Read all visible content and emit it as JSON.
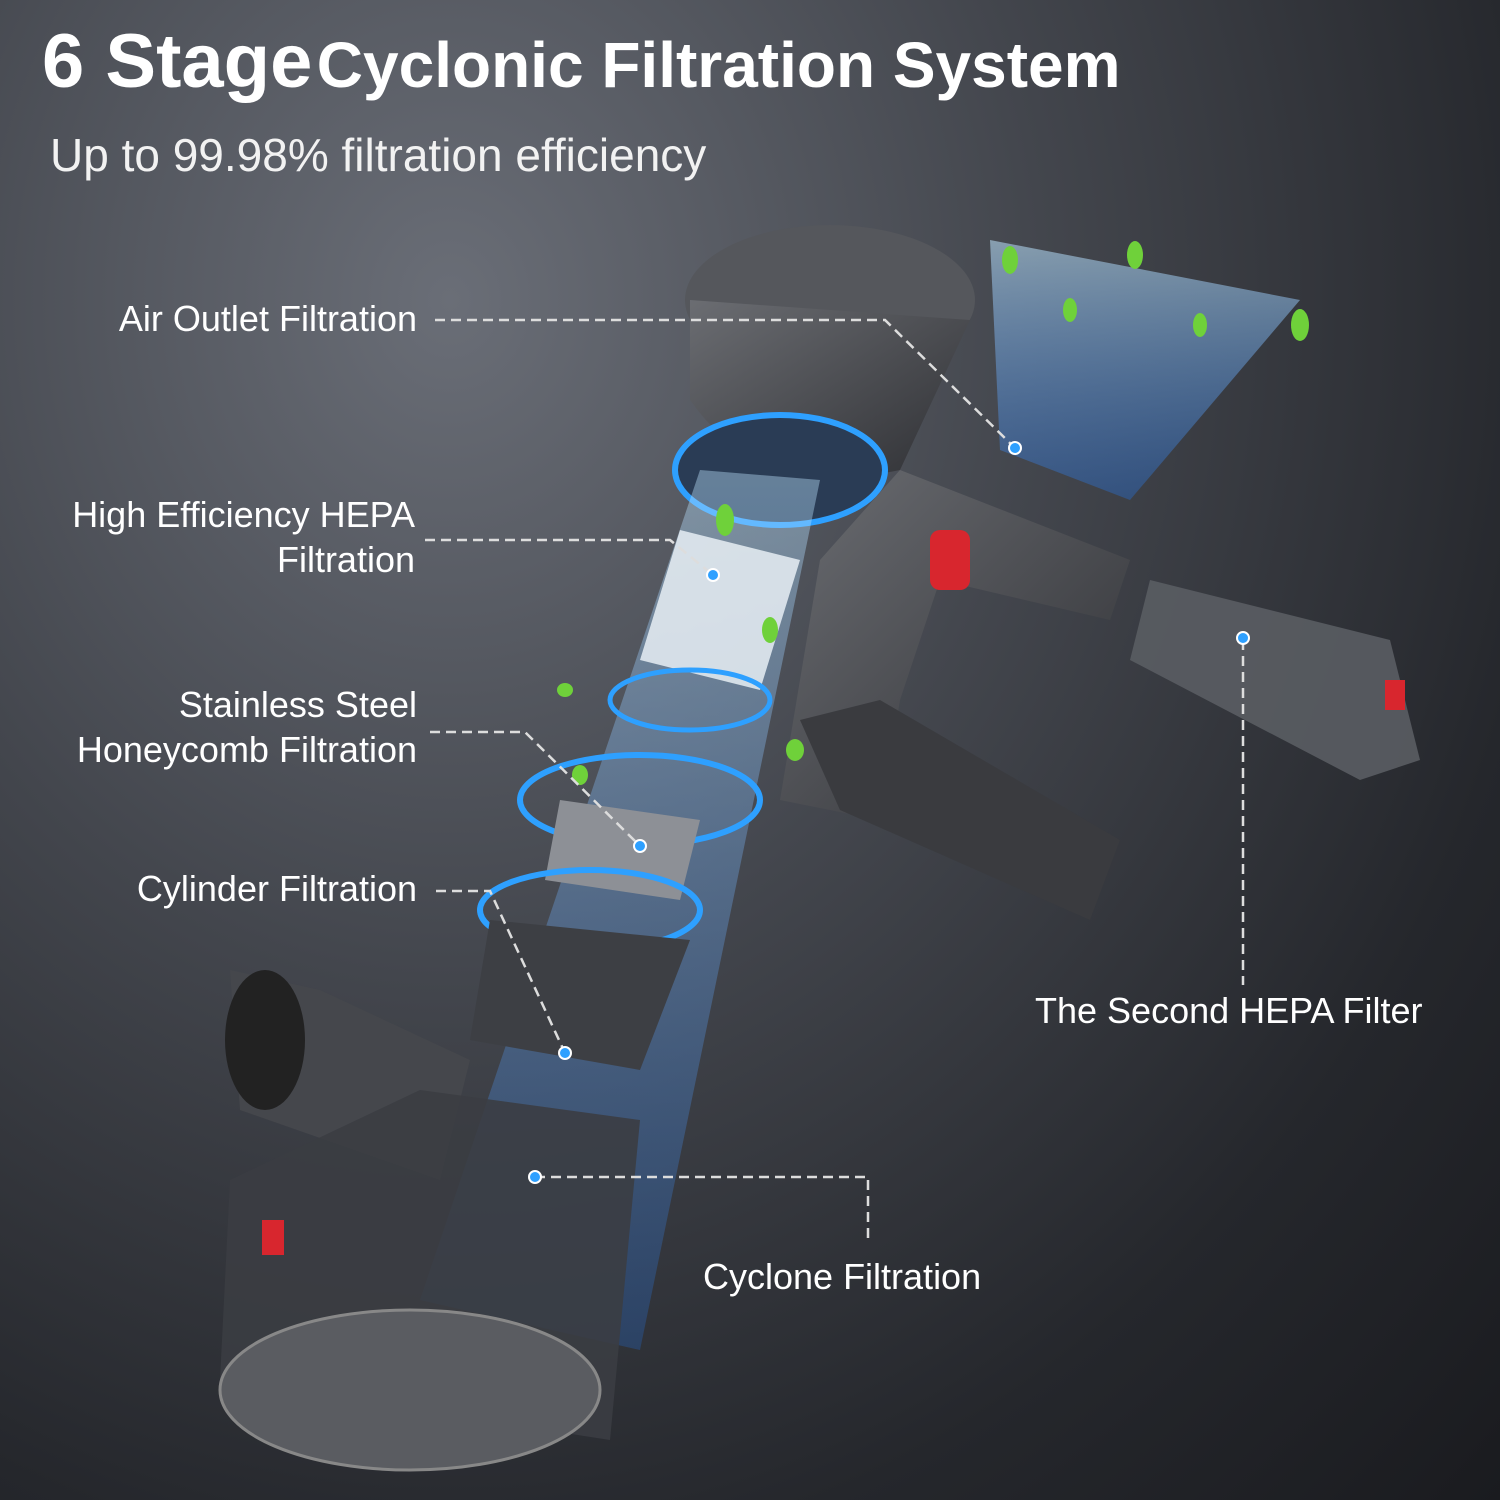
{
  "header": {
    "title_number": "6 Stage",
    "title_rest": "Cyclonic Filtration System",
    "subtitle": "Up to 99.98% filtration efficiency"
  },
  "callouts": [
    {
      "label": "Air Outlet Filtration"
    },
    {
      "label_line1": "High Efficiency HEPA",
      "label_line2": "Filtration"
    },
    {
      "label_line1": "Stainless Steel",
      "label_line2": "Honeycomb Filtration"
    },
    {
      "label": "Cylinder Filtration"
    },
    {
      "label": "Cyclone Filtration"
    },
    {
      "label": "The Second HEPA Filter"
    }
  ],
  "colors": {
    "accent": "#1e9bff",
    "red": "#d8262e",
    "leaf": "#6fd13a"
  }
}
